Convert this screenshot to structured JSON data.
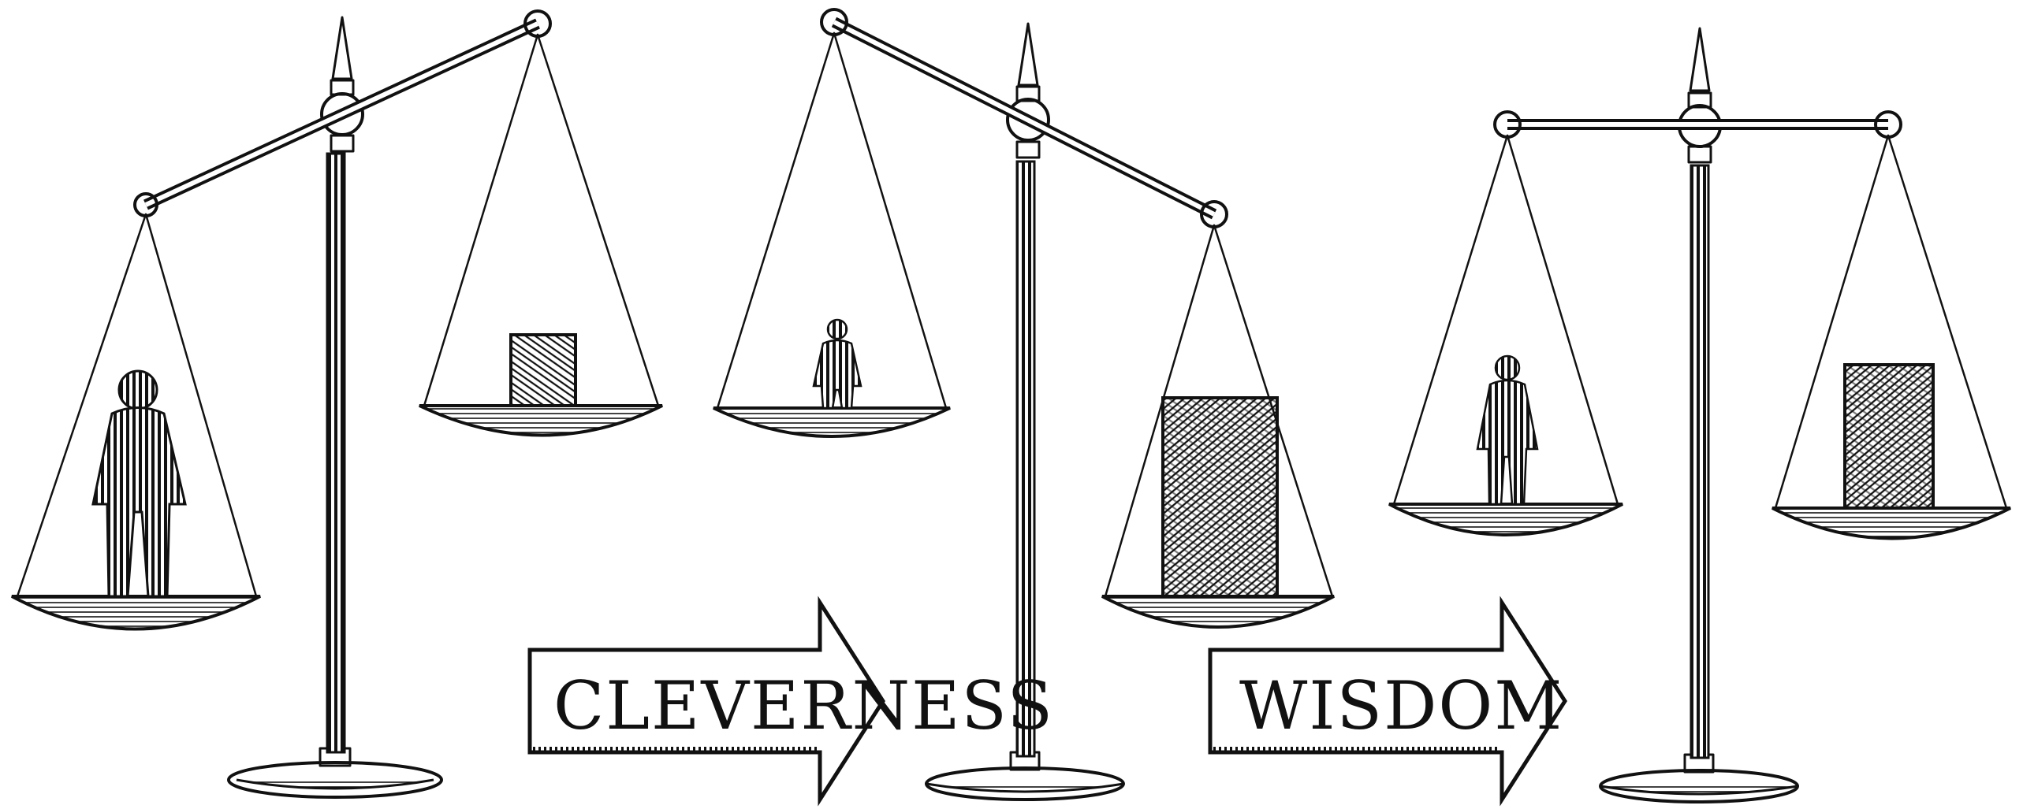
{
  "illustration": {
    "arrows": [
      {
        "label": "CLEVERNESS"
      },
      {
        "label": "WISDOM"
      }
    ],
    "scales": [
      {
        "left_pan": "person",
        "right_pan": "block",
        "tilt": "left-down"
      },
      {
        "left_pan": "person",
        "right_pan": "block",
        "tilt": "right-down"
      },
      {
        "left_pan": "person",
        "right_pan": "block",
        "tilt": "balanced"
      }
    ],
    "colors": {
      "ink": "#111111",
      "paper": "#ffffff"
    }
  }
}
